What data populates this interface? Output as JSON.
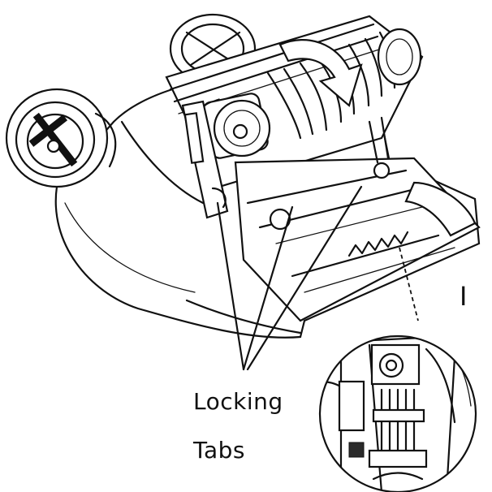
{
  "labels": {
    "locking": "Locking",
    "tabs": "Tabs",
    "callout": "I"
  },
  "colors": {
    "ink": "#111111",
    "paper": "#ffffff"
  }
}
